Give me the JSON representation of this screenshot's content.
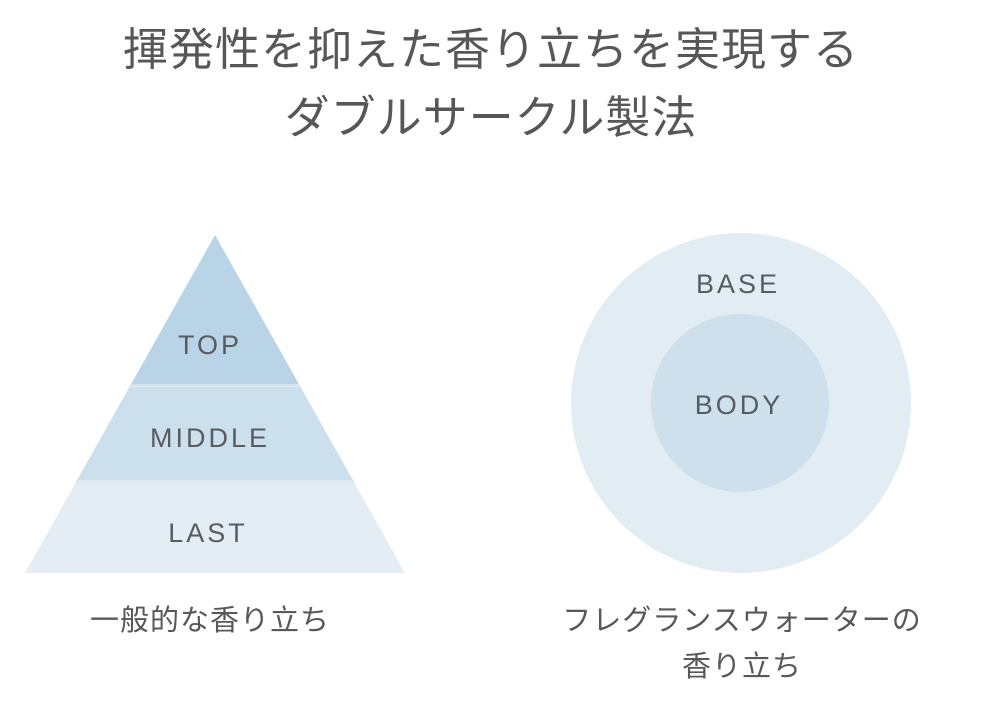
{
  "title": {
    "line1": "揮発性を抑えた香り立ちを実現する",
    "line2": "ダブルサークル製法"
  },
  "pyramid": {
    "levels": [
      {
        "label": "TOP",
        "color": "#b9d4e7"
      },
      {
        "label": "MIDDLE",
        "color": "#cbe0ec"
      },
      {
        "label": "LAST",
        "color": "#e4edf4"
      }
    ],
    "caption": "一般的な香り立ち"
  },
  "double_circle": {
    "outer": {
      "label": "BASE",
      "color": "#e2ecf3"
    },
    "inner": {
      "label": "BODY",
      "color": "#cde0eb"
    },
    "caption_line1": "フレグランスウォーターの",
    "caption_line2": "香り立ち"
  },
  "colors": {
    "background": "#ffffff",
    "title_text": "#575757",
    "shape_label_text": "#575c61",
    "caption_text": "#58585a"
  }
}
